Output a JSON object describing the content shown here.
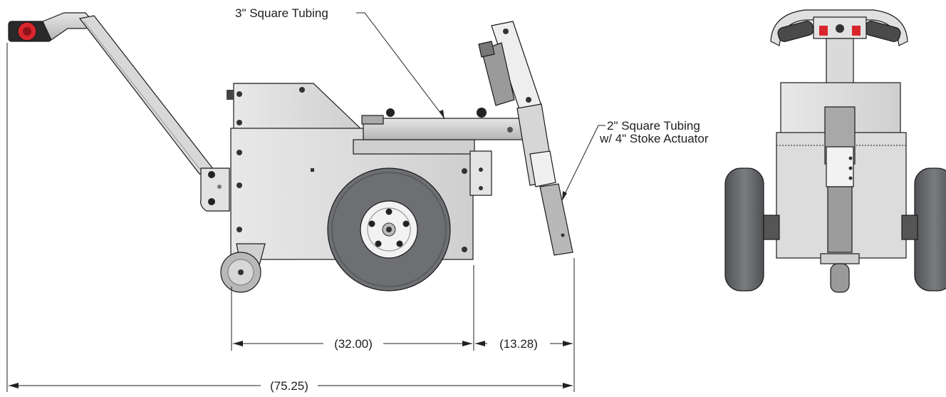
{
  "callouts": {
    "square_tubing_3": "3\" Square Tubing",
    "square_tubing_2_line1": "2\" Square Tubing",
    "square_tubing_2_line2": "w/ 4\" Stoke Actuator"
  },
  "dimensions": {
    "wheelbase": "(32.00)",
    "hitch_overhang": "(13.28)",
    "overall_length": "(75.25)"
  },
  "colors": {
    "body": "#dcdcdc",
    "body_shadow": "#b9b9b9",
    "tire": "#6d6f73",
    "tire_dark": "#55575a",
    "accent_red": "#d8262c",
    "line": "#1a1a1a"
  }
}
